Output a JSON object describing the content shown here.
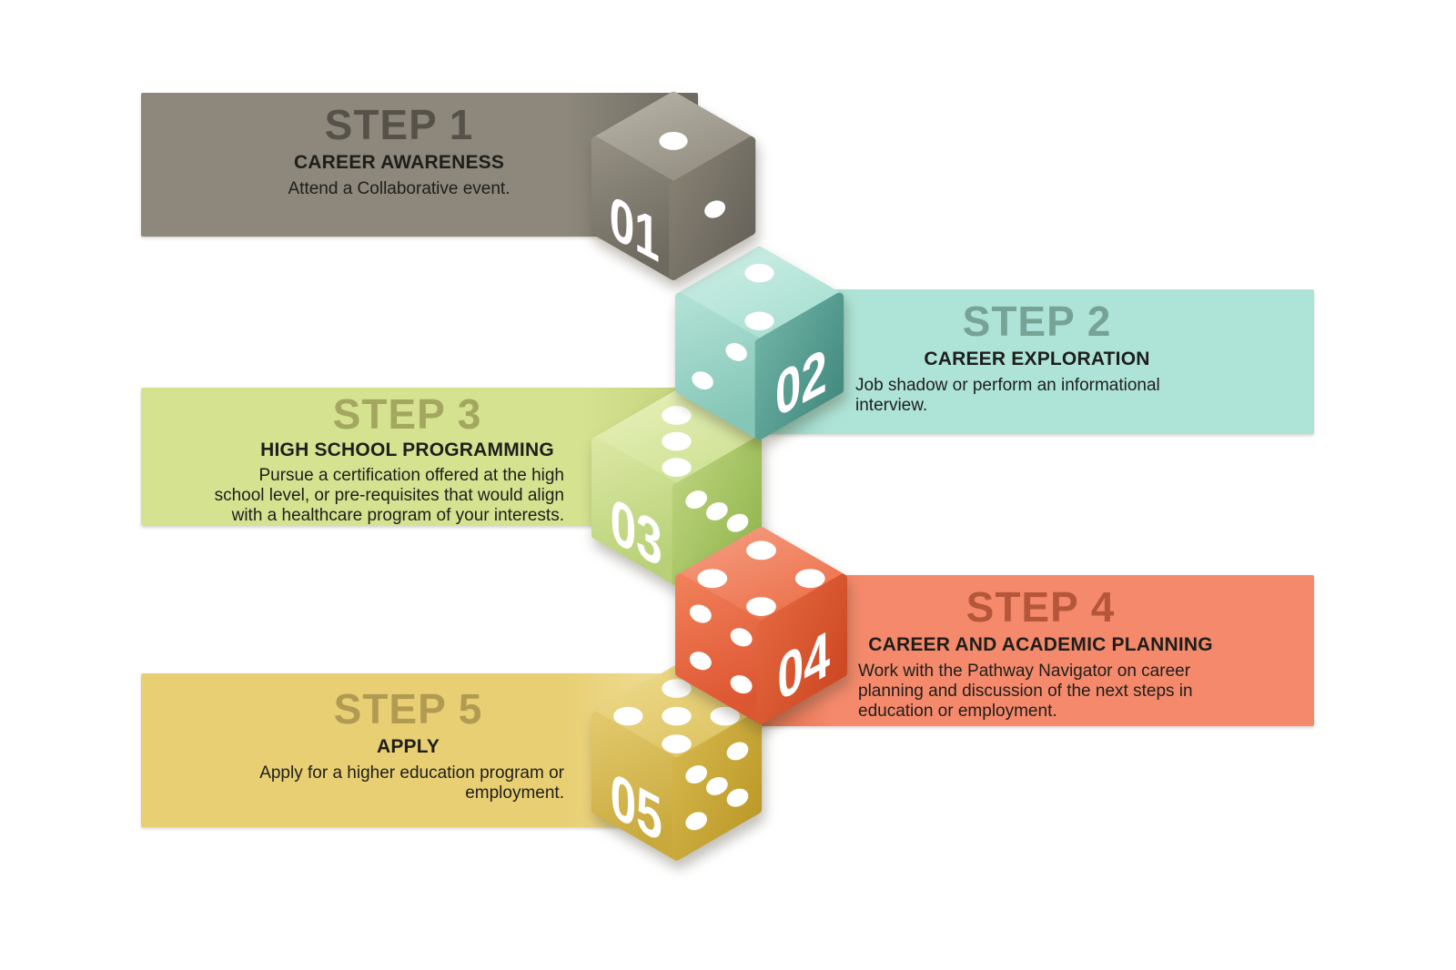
{
  "page": {
    "background": "#ffffff"
  },
  "steps": [
    {
      "title": "STEP 1",
      "subtitle": "CAREER AWARENESS",
      "description": "Attend a Collaborative event.",
      "side": "left",
      "band_color": "#8d887b",
      "band_edge_color": "#6f6a61",
      "title_color": "#56524a",
      "text_color": "#1e1e1c",
      "die": {
        "label": "01",
        "value": 1,
        "number_face": "left",
        "colors": {
          "top1": "#b5b1a4",
          "top2": "#8e897c",
          "left1": "#948f82",
          "left2": "#6f6a5f",
          "right1": "#8a8476",
          "right2": "#67625a"
        }
      }
    },
    {
      "title": "STEP 2",
      "subtitle": "CAREER EXPLORATION",
      "description": "Job shadow or perform an informational\ninterview.",
      "side": "right",
      "band_color": "#aee4d7",
      "band_edge_color": "#8fd0c1",
      "title_color": "#76a396",
      "text_color": "#1e1e1c",
      "die": {
        "label": "02",
        "value": 2,
        "number_face": "right",
        "colors": {
          "top1": "#cdeee5",
          "top2": "#a3ddcf",
          "left1": "#b2e2d6",
          "left2": "#85c6b7",
          "right1": "#74b7a9",
          "right2": "#42897e"
        }
      }
    },
    {
      "title": "STEP 3",
      "subtitle": "HIGH SCHOOL PROGRAMMING",
      "description": "Pursue a certification offered at the high\nschool level, or pre-requisites that would align\nwith a healthcare program of your interests.",
      "side": "left",
      "band_color": "#d5e290",
      "band_edge_color": "#c0cf79",
      "title_color": "#a3a75f",
      "text_color": "#1e1e1c",
      "die": {
        "label": "03",
        "value": 3,
        "number_face": "left",
        "colors": {
          "top1": "#e6f0b8",
          "top2": "#cbdf8f",
          "left1": "#dbe7a2",
          "left2": "#b8d178",
          "right1": "#c0d580",
          "right2": "#92b74f"
        }
      }
    },
    {
      "title": "STEP 4",
      "subtitle": "CAREER AND ACADEMIC PLANNING",
      "description": "Work with the Pathway Navigator on career\nplanning and discussion of the next steps in\neducation or employment.",
      "side": "right",
      "band_color": "#f5896b",
      "band_edge_color": "#d96746",
      "title_color": "#b4563a",
      "text_color": "#1e1e1c",
      "die": {
        "label": "04",
        "value": 4,
        "number_face": "right",
        "colors": {
          "top1": "#f49b7e",
          "top2": "#eb6b44",
          "left1": "#f08059",
          "left2": "#dd5632",
          "right1": "#e66a42",
          "right2": "#cc4722"
        }
      }
    },
    {
      "title": "STEP 5",
      "subtitle": "APPLY",
      "description": "Apply for a higher education program or\nemployment.",
      "side": "left",
      "band_color": "#e8cf74",
      "band_edge_color": "#f2e2a0",
      "title_color": "#b19a52",
      "text_color": "#1e1e1c",
      "die": {
        "label": "05",
        "value": 5,
        "number_face": "left",
        "colors": {
          "top1": "#ecd98a",
          "top2": "#dcc05c",
          "left1": "#e2c96d",
          "left2": "#c9a93c",
          "right1": "#d8b94e",
          "right2": "#bb9928"
        }
      }
    }
  ]
}
